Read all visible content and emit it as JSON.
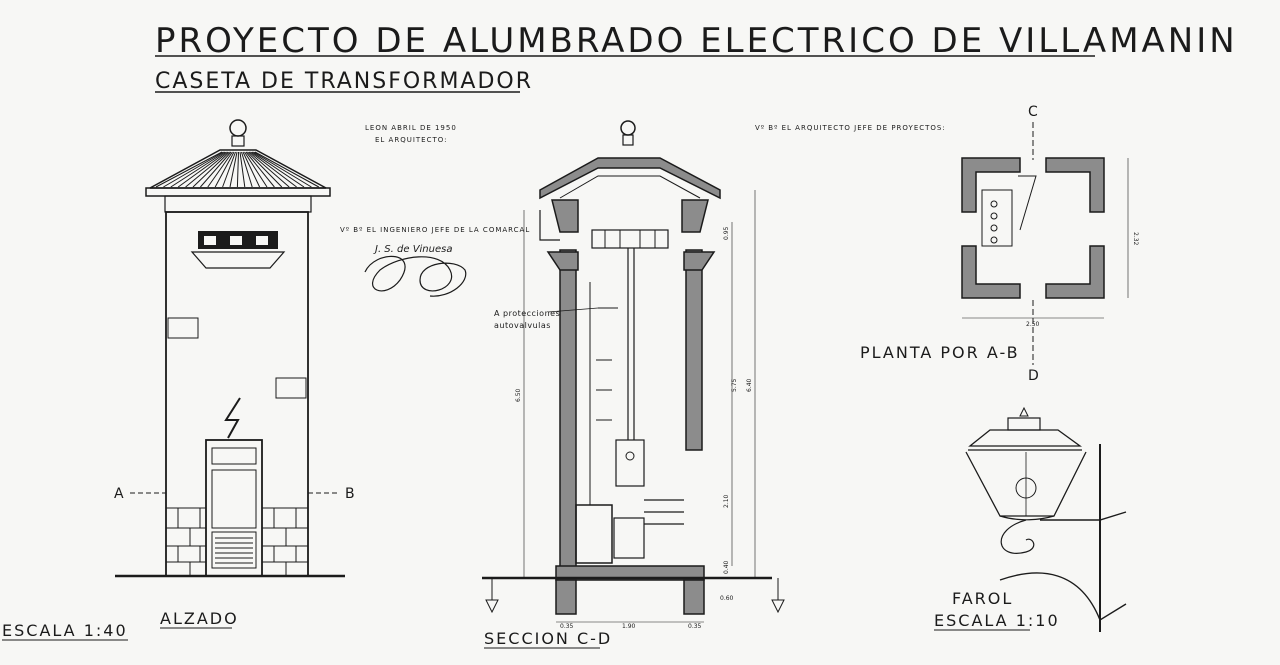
{
  "title": "PROYECTO DE ALUMBRADO ELECTRICO DE VILLAMANIN",
  "subtitle": "CASETA DE TRANSFORMADOR",
  "notes": {
    "place_date": "LEON ABRIL DE 1950",
    "architect": "EL ARQUITECTO:",
    "engineer": "Vº Bº EL INGENIERO JEFE DE LA COMARCAL",
    "chief_architect": "Vº Bº EL ARQUITECTO JEFE DE PROYECTOS:",
    "signature": "J. S. de Vinuesa"
  },
  "views": {
    "alzado": "ALZADO",
    "seccion": "SECCION C-D",
    "planta": "PLANTA POR A-B",
    "farol": "FAROL"
  },
  "markers": {
    "a": "A",
    "b": "B",
    "c": "C",
    "d": "D"
  },
  "scales": {
    "main": "ESCALA 1:40",
    "farol": "ESCALA 1:10"
  },
  "annotation": {
    "line1": "A protecciones",
    "line2": "autovalvulas"
  },
  "dimensions": {
    "section_height": "6.50",
    "interior_height": "5.75",
    "total_height": "6.40",
    "upper": "0.95",
    "door": "2.10",
    "base": "0.40",
    "left_wall": "0.35",
    "interior_width": "1.90",
    "right_wall": "0.35",
    "foundation": "0.60",
    "plan_width": "2.50",
    "plan_depth": "2.32"
  }
}
